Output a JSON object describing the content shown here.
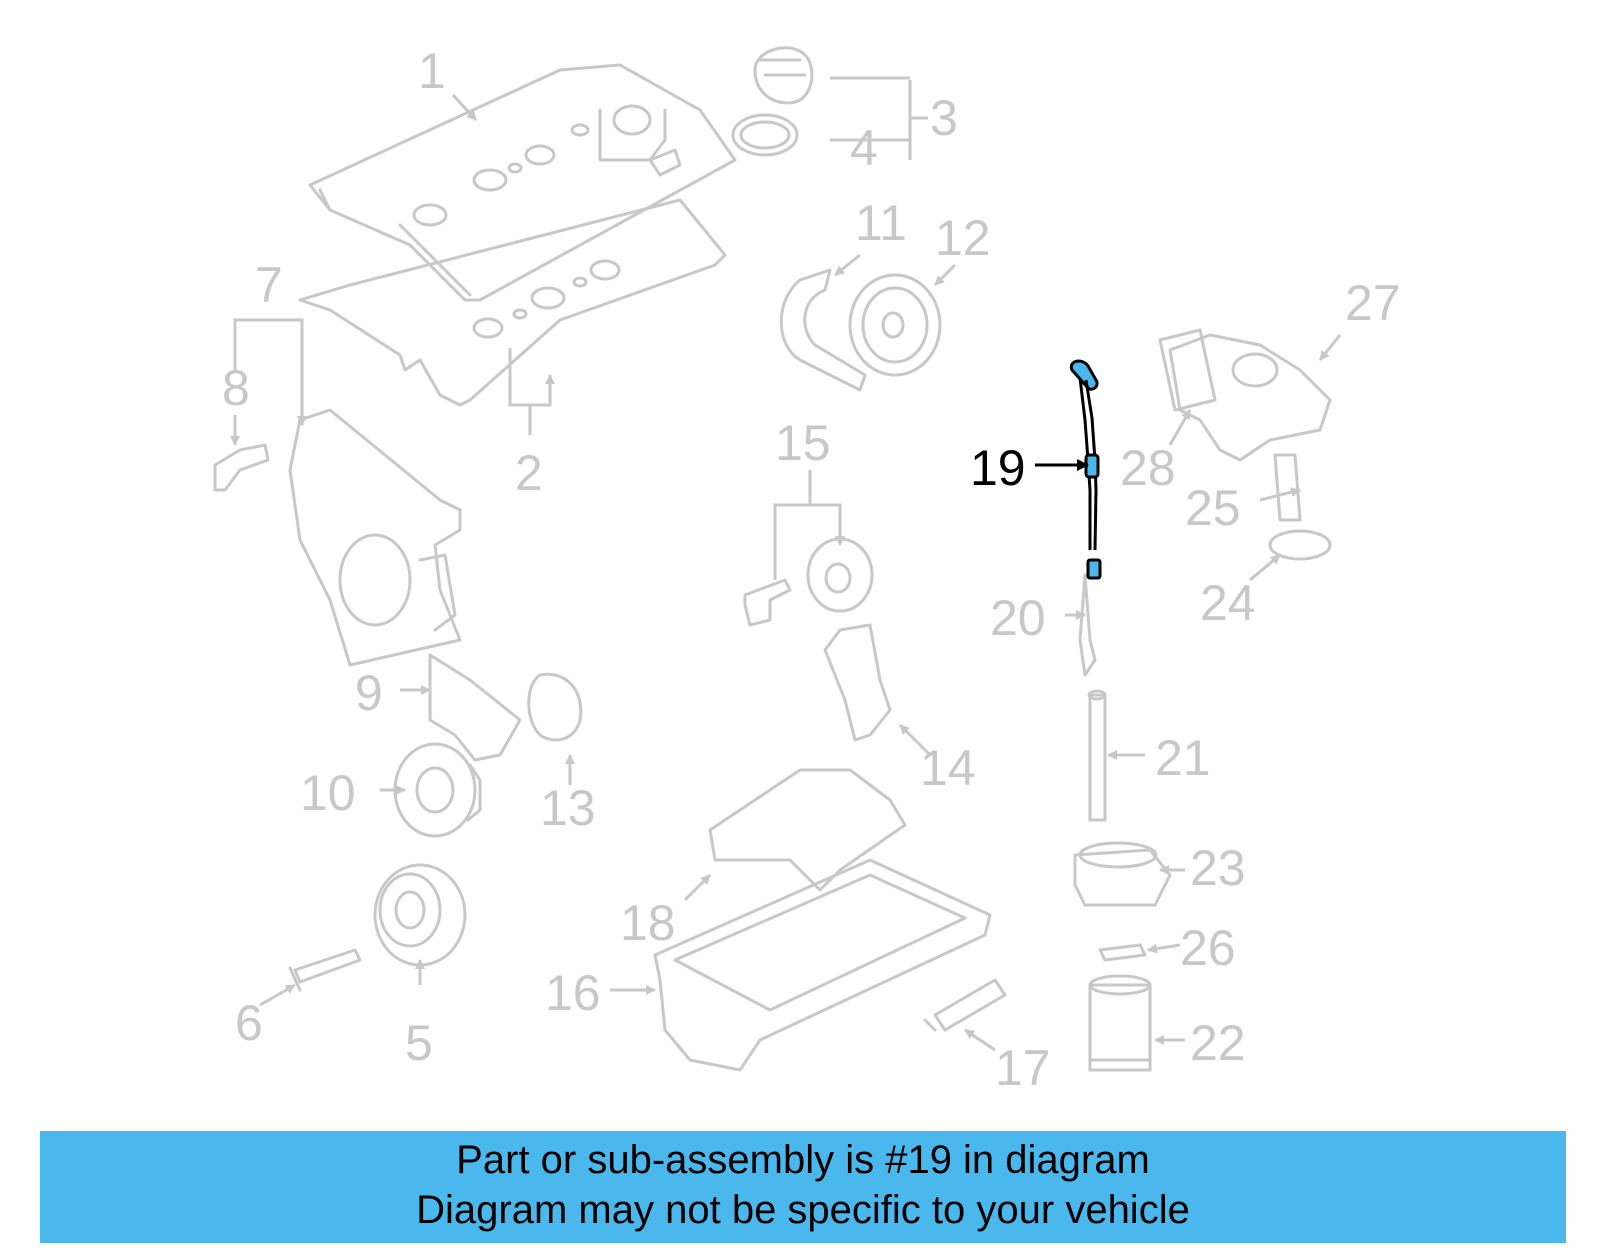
{
  "diagram": {
    "highlight_color": "#4ab8ec",
    "part_color": "#c8c8c8",
    "callouts": [
      "1",
      "2",
      "3",
      "4",
      "5",
      "6",
      "7",
      "8",
      "9",
      "10",
      "11",
      "12",
      "13",
      "14",
      "15",
      "16",
      "17",
      "18",
      "19",
      "20",
      "21",
      "22",
      "23",
      "24",
      "25",
      "26",
      "27",
      "28"
    ],
    "highlighted_callout": "19"
  },
  "banner": {
    "line1": "Part or sub-assembly is #19 in diagram",
    "line2": "Diagram may not be specific to your vehicle",
    "background": "#4ab8ec"
  }
}
